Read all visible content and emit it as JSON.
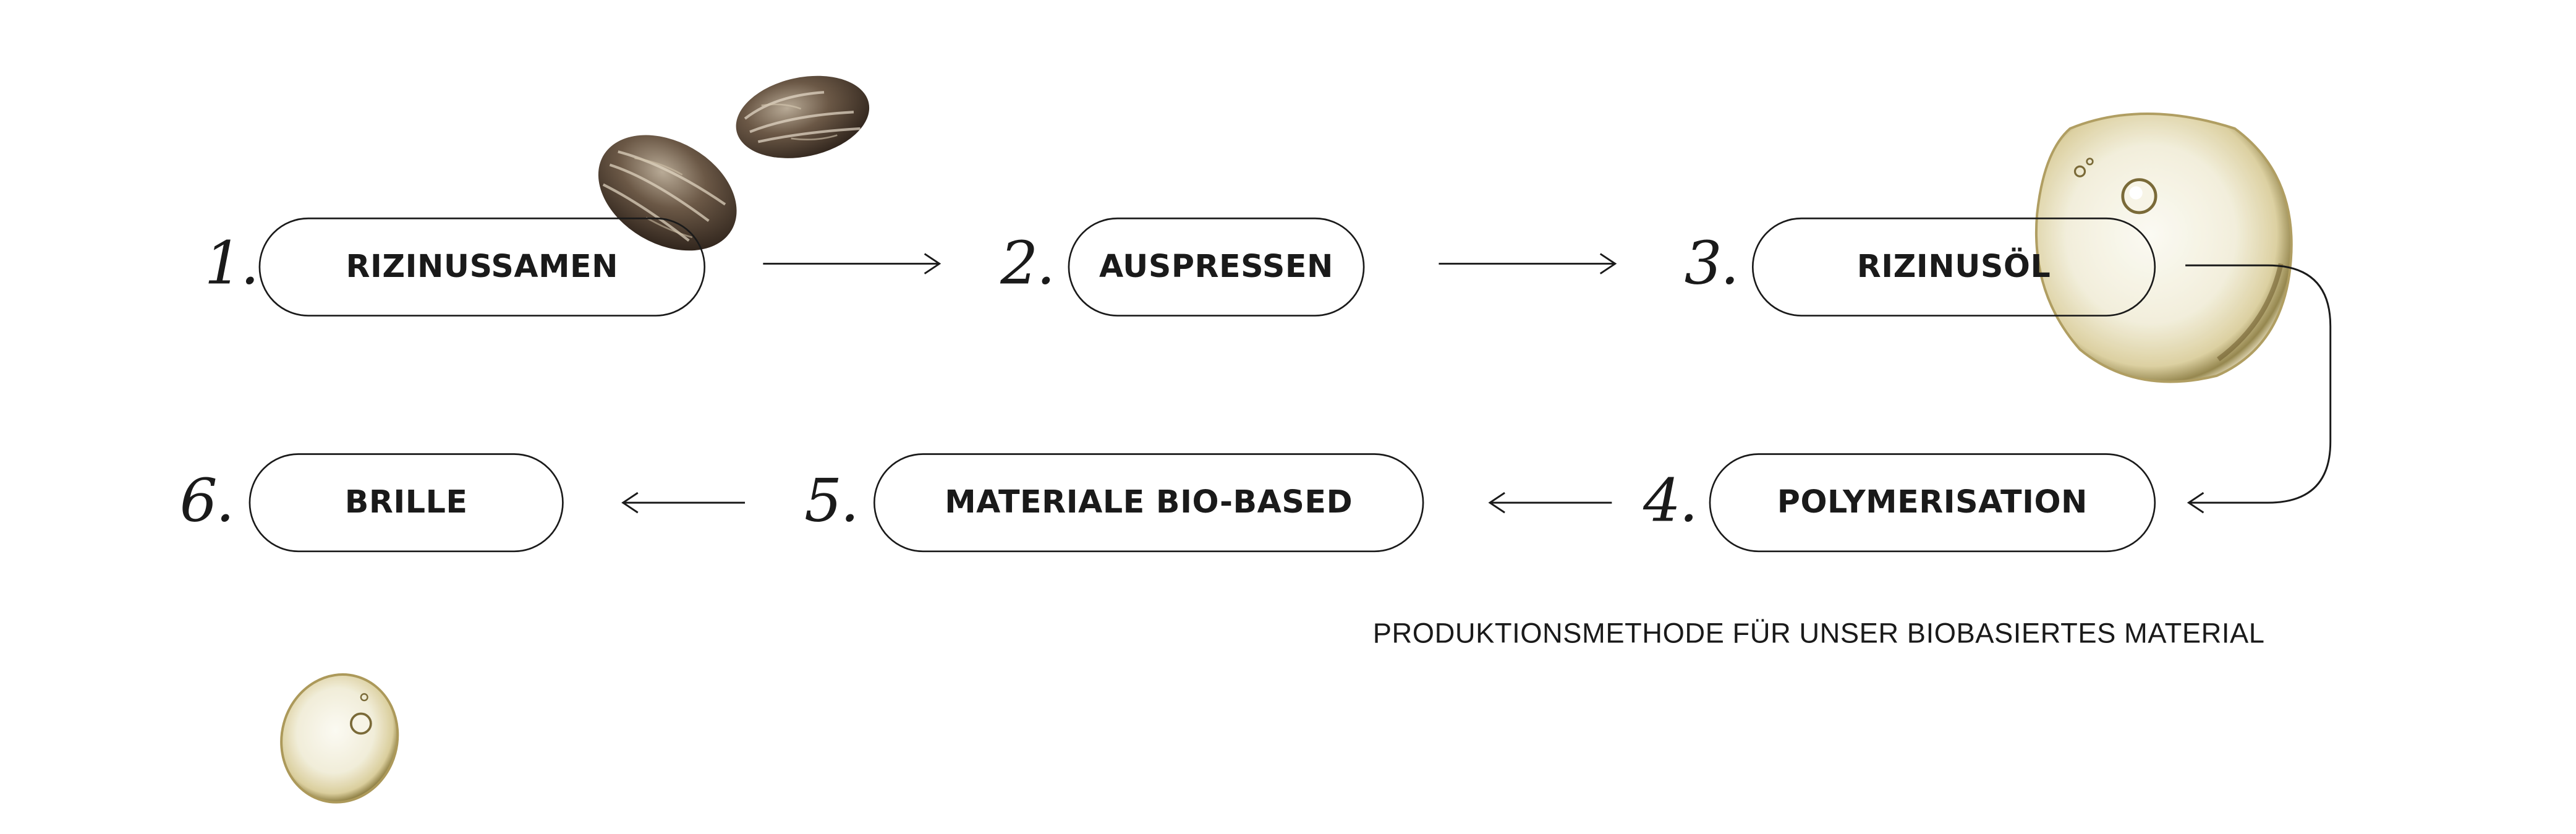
{
  "steps": [
    {
      "number": "1.",
      "label": "RIZINUSSAMEN"
    },
    {
      "number": "2.",
      "label": "AUSPRESSEN"
    },
    {
      "number": "3.",
      "label": "RIZINUSÖL"
    },
    {
      "number": "4.",
      "label": "POLYMERISATION"
    },
    {
      "number": "5.",
      "label": "MATERIALE BIO-BASED"
    },
    {
      "number": "6.",
      "label": "BRILLE"
    }
  ],
  "caption": "PRODUKTIONSMETHODE FÜR UNSER BIOBASIERTES MATERIAL",
  "colors": {
    "ink": "#1a1a1a",
    "oil": "#c9b878",
    "seed": "#4a3a2c"
  }
}
